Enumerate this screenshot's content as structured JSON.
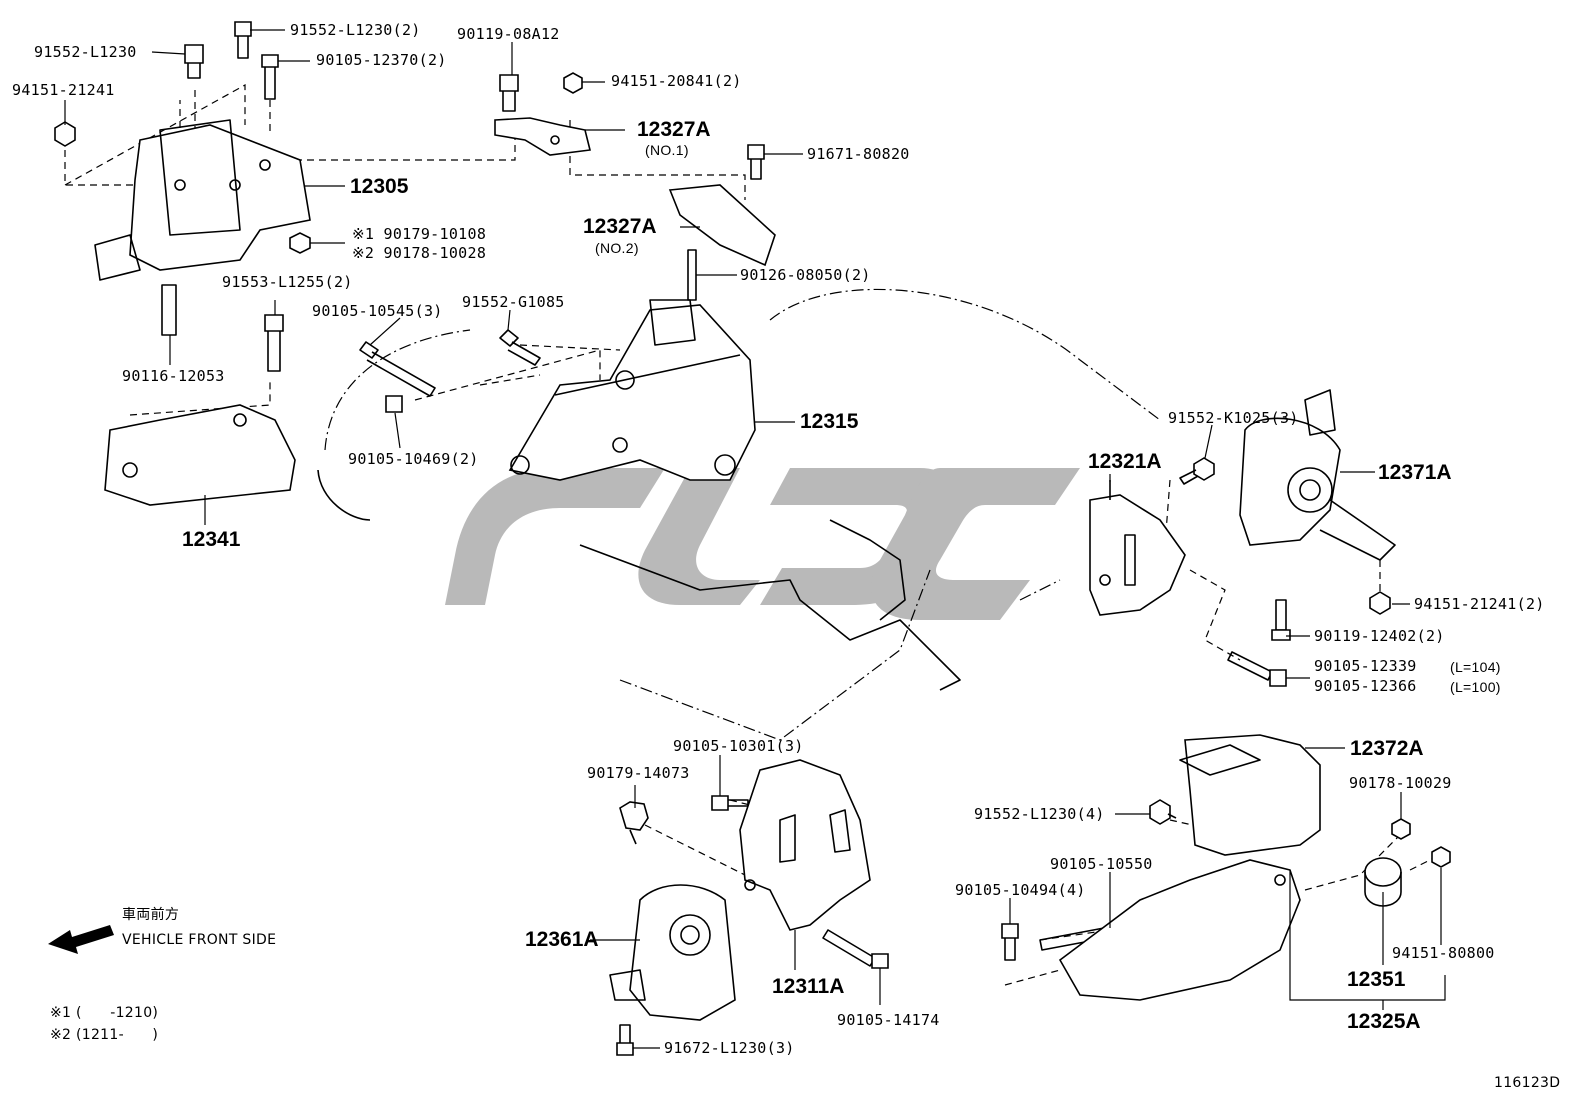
{
  "labels": {
    "l01": "91552-L1230",
    "l02": "94151-21241",
    "l03": "91552-L1230(2)",
    "l04": "90105-12370(2)",
    "l05": "90119-08A12",
    "l06": "94151-20841(2)",
    "l07": "12327A",
    "l07s": "(NO.1)",
    "l08": "91671-80820",
    "l09": "12305",
    "l10": "※1 90179-10108",
    "l11": "※2 90178-10028",
    "l12": "12327A",
    "l12s": "(NO.2)",
    "l13": "90126-08050(2)",
    "l14": "91553-L1255(2)",
    "l15": "90105-10545(3)",
    "l16": "91552-G1085",
    "l17": "90116-12053",
    "l18": "12315",
    "l19": "90105-10469(2)",
    "l20": "12341",
    "l21": "91552-K1025(3)",
    "l22": "12321A",
    "l23": "12371A",
    "l24": "94151-21241(2)",
    "l25": "90119-12402(2)",
    "l26": "90105-12339",
    "l26s": "(L=104)",
    "l27": "90105-12366",
    "l27s": "(L=100)",
    "l28": "90105-10301(3)",
    "l29": "90179-14073",
    "l30": "12372A",
    "l31": "90178-10029",
    "l32": "91552-L1230(4)",
    "l33": "90105-10550",
    "l34": "90105-10494(4)",
    "l35": "12361A",
    "l36": "12311A",
    "l37": "94151-80800",
    "l38": "12351",
    "l39": "90105-14174",
    "l40": "12325A",
    "l41": "91672-L1230(3)"
  },
  "front_note": {
    "jp": "車両前方",
    "en": "VEHICLE FRONT SIDE"
  },
  "notes": {
    "n1": "※1 (      -1210)",
    "n2": "※2 (1211-      )"
  },
  "diagram_id": "116123D",
  "colors": {
    "ink": "#000000",
    "watermark": "#b9b9b9"
  }
}
